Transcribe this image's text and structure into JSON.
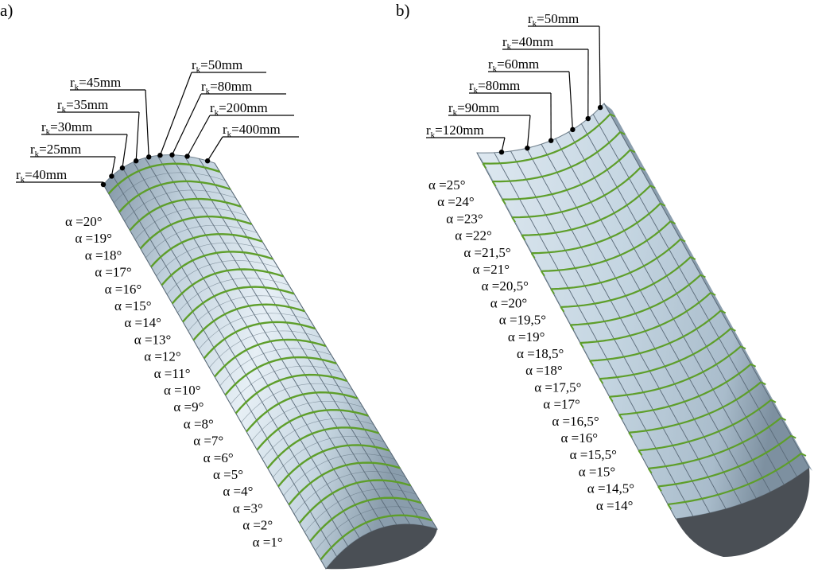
{
  "panel_a": {
    "label": "a)",
    "radius_labels": [
      {
        "prefix": "r",
        "sub": "k",
        "value": "=40mm"
      },
      {
        "prefix": "r",
        "sub": "k",
        "value": "=25mm"
      },
      {
        "prefix": "r",
        "sub": "k",
        "value": "=30mm"
      },
      {
        "prefix": "r",
        "sub": "k",
        "value": "=35mm"
      },
      {
        "prefix": "r",
        "sub": "k",
        "value": "=45mm"
      },
      {
        "prefix": "r",
        "sub": "k",
        "value": "=50mm"
      },
      {
        "prefix": "r",
        "sub": "k",
        "value": "=80mm"
      },
      {
        "prefix": "r",
        "sub": "k",
        "value": "=200mm"
      },
      {
        "prefix": "r",
        "sub": "k",
        "value": "=400mm"
      }
    ],
    "angle_labels": [
      "α =20°",
      "α =19°",
      "α =18°",
      "α =17°",
      "α =16°",
      "α =15°",
      "α =14°",
      "α =13°",
      "α =12°",
      "α =11°",
      "α =10°",
      "α =9°",
      "α =8°",
      "α =7°",
      "α =6°",
      "α =5°",
      "α =4°",
      "α =3°",
      "α =2°",
      "α =1°"
    ]
  },
  "panel_b": {
    "label": "b)",
    "radius_labels": [
      {
        "prefix": "r",
        "sub": "k",
        "value": "=50mm"
      },
      {
        "prefix": "r",
        "sub": "k",
        "value": "=40mm"
      },
      {
        "prefix": "r",
        "sub": "k",
        "value": "=60mm"
      },
      {
        "prefix": "r",
        "sub": "k",
        "value": "=80mm"
      },
      {
        "prefix": "r",
        "sub": "k",
        "value": "=90mm"
      },
      {
        "prefix": "r",
        "sub": "k",
        "value": "=120mm"
      }
    ],
    "angle_labels": [
      "α =25°",
      "α =24°",
      "α =23°",
      "α =22°",
      "α =21,5°",
      "α =21°",
      "α =20,5°",
      "α =20°",
      "α =19,5°",
      "α =19°",
      "α =18,5°",
      "α =18°",
      "α =17,5°",
      "α =17°",
      "α =16,5°",
      "α =16°",
      "α =15,5°",
      "α =15°",
      "α =14,5°",
      "α =14°"
    ]
  },
  "colors": {
    "surface": "#c6d6e2",
    "surface_light": "#e4eef5",
    "surface_dark": "#7f93a3",
    "end_face": "#4a4f55",
    "green_line": "#5e9e2a",
    "grid_line": "#5a6a78"
  }
}
